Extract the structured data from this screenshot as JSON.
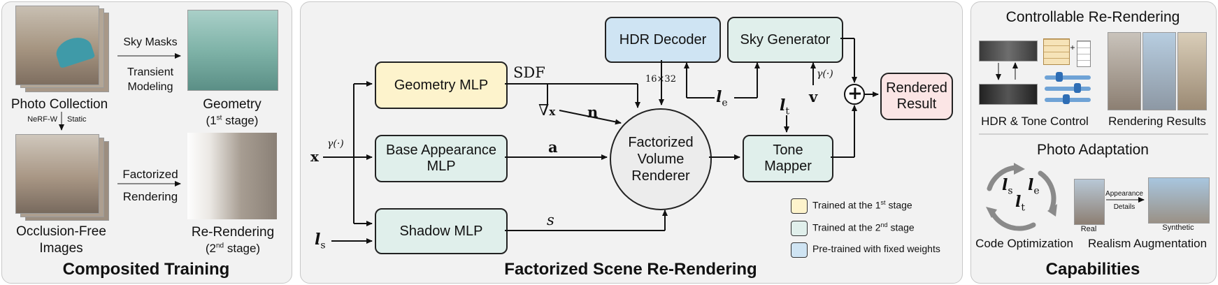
{
  "colors": {
    "yellow": "#fdf3cc",
    "green": "#e0efeb",
    "blue": "#cfe4f3",
    "pink": "#fbe5e5",
    "panel": "#f2f2f2"
  },
  "left": {
    "title": "Composited Training",
    "sky_masks": "Sky Masks",
    "transient_1": "Transient",
    "transient_2": "Modeling",
    "photo_collection": "Photo Collection",
    "geometry": "Geometry",
    "geometry_stage": "(1st stage)",
    "nerf_w": "NeRF-W",
    "static": "Static",
    "factorized_1": "Factorized",
    "factorized_2": "Rendering",
    "occlusion_1": "Occlusion-Free",
    "occlusion_2": "Images",
    "rerendering": "Re-Rendering",
    "rerendering_stage": "(2nd stage)"
  },
  "middle": {
    "title": "Factorized Scene Re-Rendering",
    "geometry_mlp": "Geometry MLP",
    "base_appearance_1": "Base Appearance",
    "base_appearance_2": "MLP",
    "shadow_mlp": "Shadow MLP",
    "renderer_1": "Factorized",
    "renderer_2": "Volume",
    "renderer_3": "Renderer",
    "hdr_decoder": "HDR Decoder",
    "sky_generator": "Sky Generator",
    "tone_1": "Tone",
    "tone_2": "Mapper",
    "rendered_1": "Rendered",
    "rendered_2": "Result",
    "sdf": "SDF",
    "dim": "16×32",
    "x": "x",
    "gamma": "γ(·)",
    "nabla": "∇",
    "n": "n",
    "a": "a",
    "s": "s",
    "v": "v",
    "l": "l",
    "sub_s": "s",
    "sub_e": "e",
    "sub_t": "t",
    "plus": "+",
    "legend": [
      {
        "text": "Trained at the 1st stage",
        "color": "#fdf3cc"
      },
      {
        "text": "Trained at the 2nd stage",
        "color": "#e0efeb"
      },
      {
        "text": "Pre-trained with fixed weights",
        "color": "#cfe4f3"
      }
    ]
  },
  "right": {
    "title": "Capabilities",
    "controllable": "Controllable Re-Rendering",
    "hdr_tone": "HDR & Tone Control",
    "rendering_results": "Rendering Results",
    "photo_adaptation": "Photo Adaptation",
    "code_opt": "Code Optimization",
    "realism_aug": "Realism Augmentation",
    "appearance": "Appearance",
    "details": "Details",
    "real": "Real",
    "synthetic": "Synthetic"
  }
}
